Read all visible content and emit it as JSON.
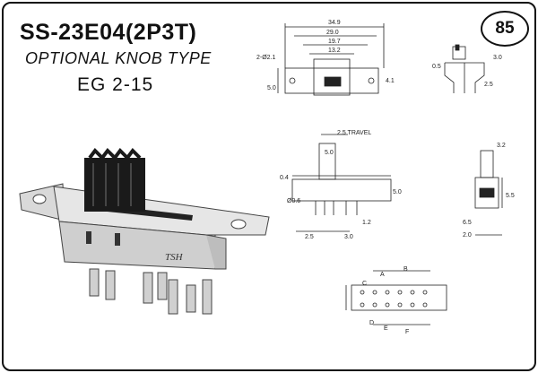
{
  "header": {
    "title": "SS-23E04(2P3T)",
    "subtitle": "OPTIONAL KNOB TYPE",
    "model": "EG   2-15",
    "page_number": "85"
  },
  "product_photo": {
    "marking": "TSH"
  },
  "drawings": {
    "top_view": {
      "dims": [
        "34.9",
        "29.0",
        "19.7",
        "13.2",
        "2-Ø2.1",
        "5.0",
        "4.1"
      ]
    },
    "side_view": {
      "dims": [
        "0.5",
        "3.0",
        "2.5"
      ]
    },
    "front_view": {
      "dims": [
        "2.5 TRAVEL",
        "5.0",
        "0.4",
        "Ø0.6",
        "5.0",
        "1.2",
        "2.5",
        "3.0"
      ]
    },
    "end_view": {
      "dims": [
        "3.2",
        "5.5",
        "6.5",
        "2.0"
      ]
    },
    "pcb_layout": {
      "labels": [
        "A",
        "B",
        "C",
        "D",
        "E",
        "F"
      ]
    }
  }
}
